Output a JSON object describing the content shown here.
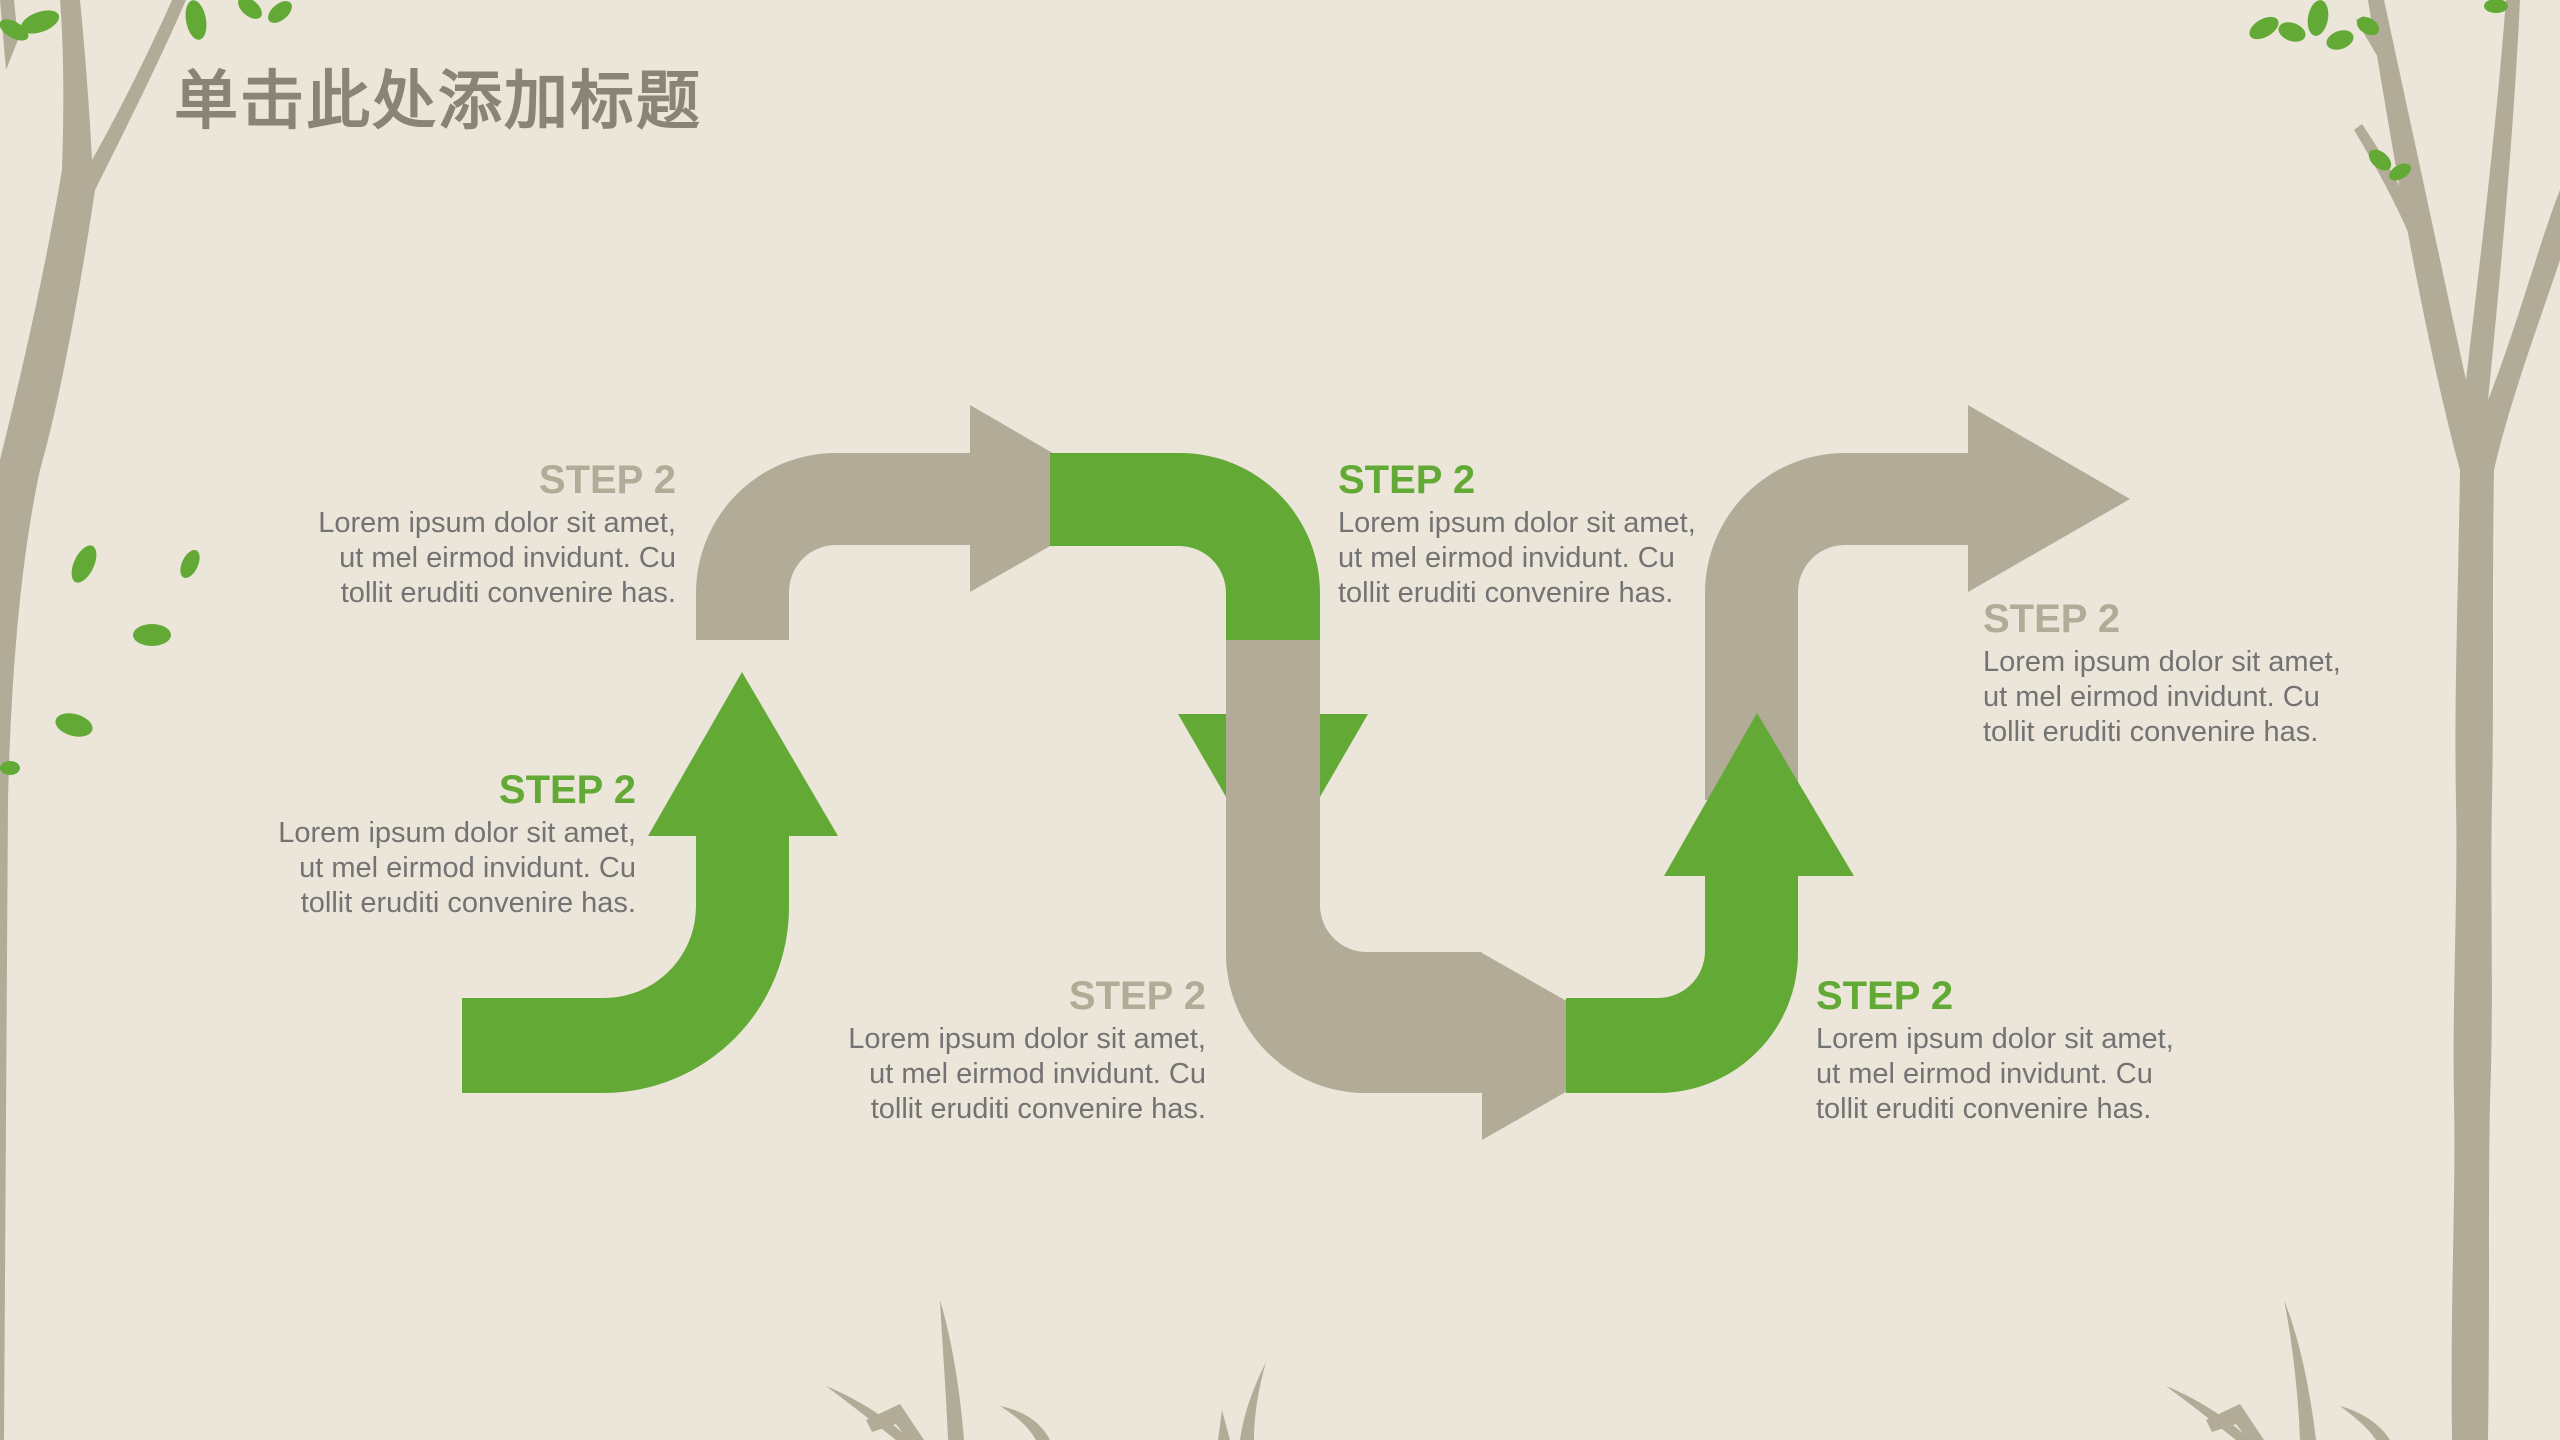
{
  "title": "单击此处添加标题",
  "colors": {
    "background": "#ece6da",
    "accent_green": "#62a935",
    "arrow_gray": "#b2ab97",
    "title_gray": "#8a8474",
    "body_text": "#737373"
  },
  "steps": [
    {
      "heading": "STEP 2",
      "color": "gray",
      "lines": [
        "Lorem ipsum dolor sit amet,",
        "ut mel eirmod invidunt. Cu",
        "tollit eruditi convenire has."
      ]
    },
    {
      "heading": "STEP 2",
      "color": "green",
      "lines": [
        "Lorem ipsum dolor sit amet,",
        "ut mel eirmod invidunt. Cu",
        "tollit eruditi convenire has."
      ]
    },
    {
      "heading": "STEP 2",
      "color": "gray",
      "lines": [
        "Lorem ipsum dolor sit amet,",
        "ut mel eirmod invidunt. Cu",
        "tollit eruditi convenire has."
      ]
    },
    {
      "heading": "STEP 2",
      "color": "green",
      "lines": [
        "Lorem ipsum dolor sit amet,",
        "ut mel eirmod invidunt. Cu",
        "tollit eruditi convenire has."
      ]
    },
    {
      "heading": "STEP 2",
      "color": "gray",
      "lines": [
        "Lorem ipsum dolor sit amet,",
        "ut mel eirmod invidunt. Cu",
        "tollit eruditi convenire has."
      ]
    },
    {
      "heading": "STEP 2",
      "color": "green",
      "lines": [
        "Lorem ipsum dolor sit amet,",
        "ut mel eirmod invidunt. Cu",
        "tollit eruditi convenire has."
      ]
    }
  ]
}
